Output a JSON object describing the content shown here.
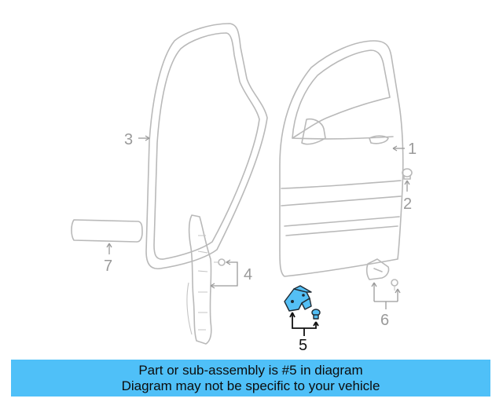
{
  "callouts": {
    "c1": "1",
    "c2": "2",
    "c3": "3",
    "c4": "4",
    "c5": "5",
    "c6": "6",
    "c7": "7"
  },
  "highlight_part": "5",
  "highlight_color": "#54bff5",
  "banner": {
    "line1": "Part or sub-assembly is #5 in diagram",
    "line2": "Diagram may not be specific to your vehicle",
    "background": "#4fc0f8"
  }
}
